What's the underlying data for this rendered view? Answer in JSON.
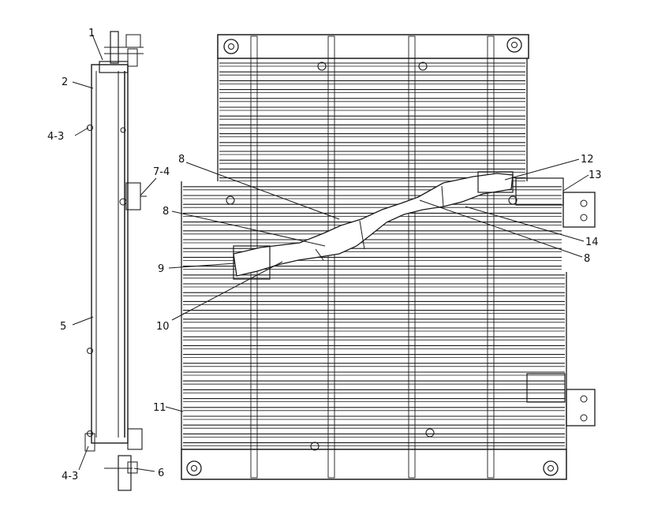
{
  "diagram": {
    "callouts": [
      {
        "id": "c1",
        "label": "1"
      },
      {
        "id": "c2",
        "label": "2"
      },
      {
        "id": "c43a",
        "label": "4-3"
      },
      {
        "id": "c74",
        "label": "7-4"
      },
      {
        "id": "c8a",
        "label": "8"
      },
      {
        "id": "c8b",
        "label": "8"
      },
      {
        "id": "c9",
        "label": "9"
      },
      {
        "id": "c5",
        "label": "5"
      },
      {
        "id": "c10",
        "label": "10"
      },
      {
        "id": "c11",
        "label": "11"
      },
      {
        "id": "c43b",
        "label": "4-3"
      },
      {
        "id": "c6",
        "label": "6"
      },
      {
        "id": "c12",
        "label": "12"
      },
      {
        "id": "c13",
        "label": "13"
      },
      {
        "id": "c14",
        "label": "14"
      },
      {
        "id": "c8c",
        "label": "8"
      }
    ]
  }
}
